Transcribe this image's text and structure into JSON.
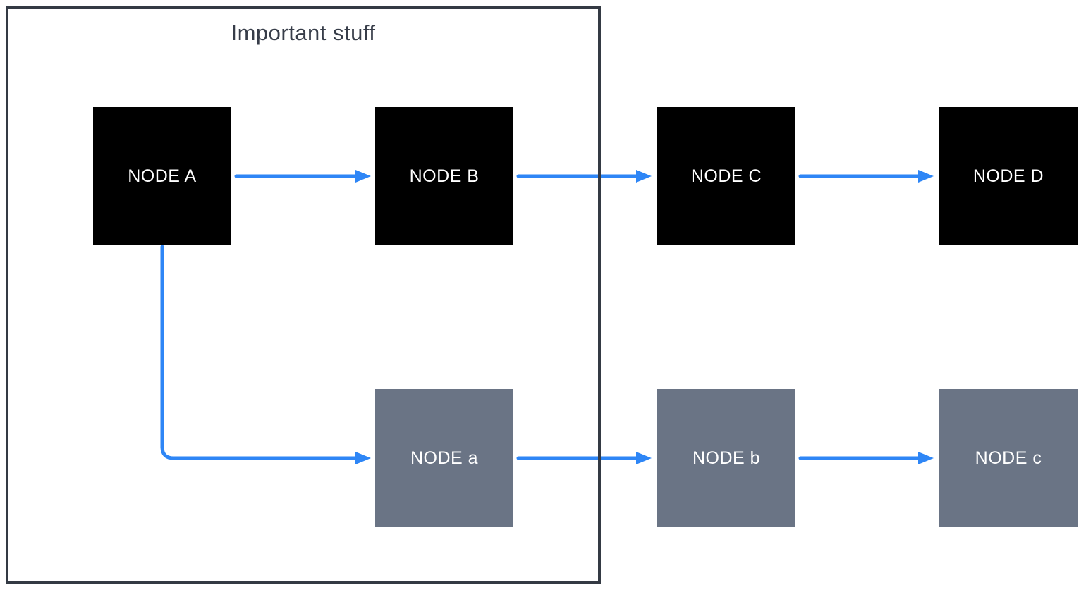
{
  "diagram": {
    "type": "flow-diagram",
    "container": {
      "title": "Important stuff",
      "contains_nodes": [
        "A",
        "B",
        "a"
      ]
    },
    "nodes": {
      "A": {
        "label": "NODE A",
        "variant": "primary"
      },
      "B": {
        "label": "NODE B",
        "variant": "primary"
      },
      "C": {
        "label": "NODE C",
        "variant": "primary"
      },
      "D": {
        "label": "NODE D",
        "variant": "primary"
      },
      "a": {
        "label": "NODE a",
        "variant": "secondary"
      },
      "b": {
        "label": "NODE b",
        "variant": "secondary"
      },
      "c": {
        "label": "NODE c",
        "variant": "secondary"
      }
    },
    "edges": [
      {
        "from": "A",
        "to": "B",
        "style": "straight-arrow"
      },
      {
        "from": "B",
        "to": "C",
        "style": "straight-arrow"
      },
      {
        "from": "C",
        "to": "D",
        "style": "straight-arrow"
      },
      {
        "from": "A",
        "to": "a",
        "style": "elbow-arrow"
      },
      {
        "from": "a",
        "to": "b",
        "style": "straight-arrow"
      },
      {
        "from": "b",
        "to": "c",
        "style": "straight-arrow"
      }
    ],
    "colors": {
      "arrow": "#2e86f6",
      "node_primary_fill": "#000000",
      "node_secondary_fill": "#6a7485",
      "node_text": "#ffffff",
      "container_border": "#343a44",
      "title_text": "#373d49",
      "background": "#ffffff"
    }
  }
}
